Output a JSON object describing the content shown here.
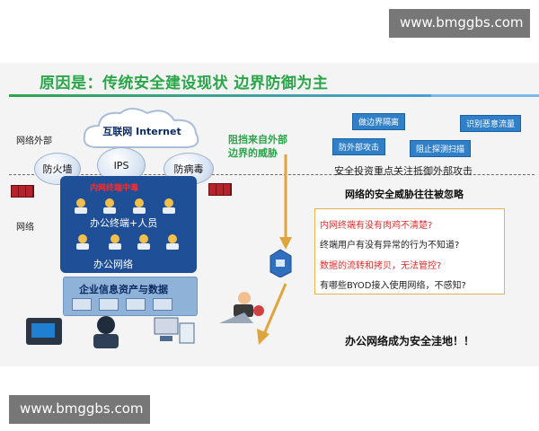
{
  "watermark": {
    "top": "www.bmggbs.com",
    "bottom": "www.bmggbs.com"
  },
  "title": "原因是：传统安全建设现状  边界防御为主",
  "labels": {
    "outside": "网络外部",
    "network": "网络"
  },
  "cloud": {
    "text": "互联网 Internet"
  },
  "bubbles": {
    "firewall": "防火墙",
    "ips": "IPS",
    "antivirus": "防病毒"
  },
  "office": {
    "alert": "内网终端中毒",
    "terminals": "办公终端+人员",
    "network": "办公网络"
  },
  "assets": {
    "text": "企业信息资产与数据"
  },
  "threat": {
    "line1": "阻挡来自外部",
    "line2": "边界的威胁"
  },
  "tags": [
    "做边界隔离",
    "识别恶意流量",
    "防外部攻击",
    "阻止探测扫描"
  ],
  "invest": "安全投资重点关注抵御外部攻击",
  "ignored": "网络的安全威胁往往被忽略",
  "questions": [
    "内网终端有没有肉鸡不清楚?",
    "终端用户有没有异常的行为不知道?",
    "数据的流转和拷贝，无法管控?",
    "有哪些BYOD接入使用网络，不感知?"
  ],
  "bottom": "办公网络成为安全洼地！！",
  "colors": {
    "title_green": "#2aa54a",
    "office_blue": "#1f4f97",
    "tag_blue": "#2f80c8",
    "alert_red": "#e12c2c",
    "arrow_orange": "#e0a43c"
  },
  "icons": [
    "cloud-icon",
    "firewall-wall-icon",
    "person-icon",
    "server-icon",
    "switch-icon",
    "laptop-icon",
    "hacker-icon",
    "keyboard-icon",
    "monitor-icon"
  ]
}
